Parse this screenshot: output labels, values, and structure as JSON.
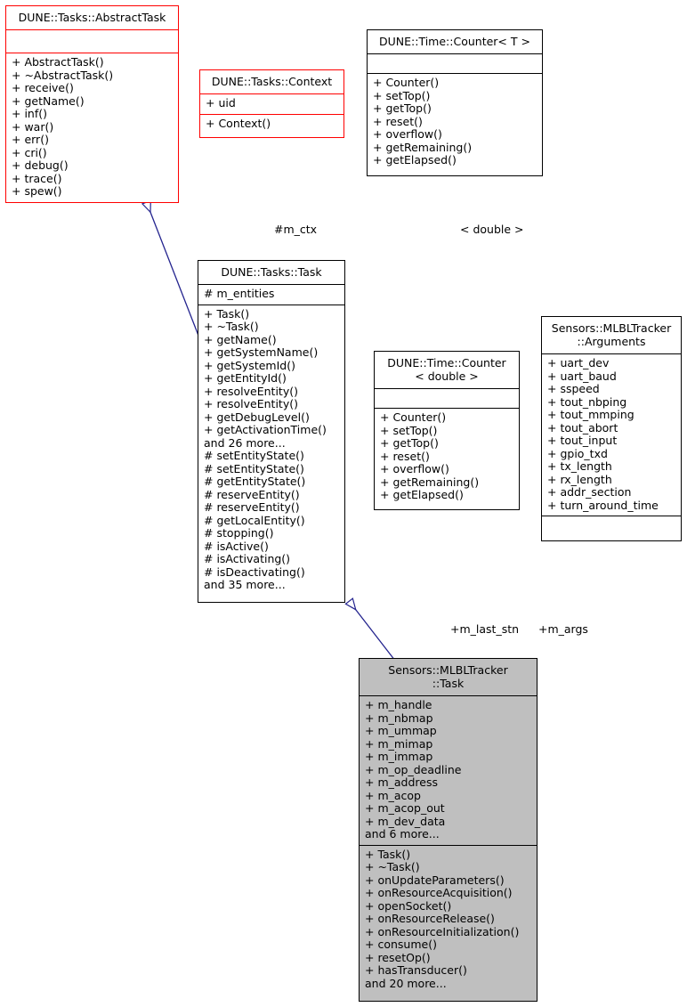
{
  "diagram": {
    "kind": "uml-class-collaboration-diagram",
    "colors": {
      "highlight_border": "#ff0000",
      "default_border": "#000000",
      "focus_fill": "#bfbfbf",
      "inheritance_edge": "#23238e",
      "template_edge": "#ffa500",
      "aggregation_edge": "#4d4d4d"
    }
  },
  "classes": {
    "abstract_task": {
      "title": "DUNE::Tasks::AbstractTask",
      "attributes": [],
      "operations": [
        "+ AbstractTask()",
        "+ ~AbstractTask()",
        "+ receive()",
        "+ getName()",
        "+ inf()",
        "+ war()",
        "+ err()",
        "+ cri()",
        "+ debug()",
        "+ trace()",
        "+ spew()"
      ]
    },
    "context": {
      "title": "DUNE::Tasks::Context",
      "attributes": [
        "+ uid"
      ],
      "operations": [
        "+ Context()"
      ]
    },
    "counter_t": {
      "title": "DUNE::Time::Counter< T >",
      "attributes": [],
      "operations": [
        "+ Counter()",
        "+ setTop()",
        "+ getTop()",
        "+ reset()",
        "+ overflow()",
        "+ getRemaining()",
        "+ getElapsed()"
      ]
    },
    "tasks_task": {
      "title": "DUNE::Tasks::Task",
      "attributes": [
        "# m_entities"
      ],
      "operations": [
        "+ Task()",
        "+ ~Task()",
        "+ getName()",
        "+ getSystemName()",
        "+ getSystemId()",
        "+ getEntityId()",
        "+ resolveEntity()",
        "+ resolveEntity()",
        "+ getDebugLevel()",
        "+ getActivationTime()",
        "and 26 more...",
        "# setEntityState()",
        "# setEntityState()",
        "# getEntityState()",
        "# reserveEntity()",
        "# reserveEntity()",
        "# getLocalEntity()",
        "# stopping()",
        "# isActive()",
        "# isActivating()",
        "# isDeactivating()",
        "and 35 more..."
      ]
    },
    "counter_double": {
      "title_line1": "DUNE::Time::Counter",
      "title_line2": "< double >",
      "attributes": [],
      "operations": [
        "+ Counter()",
        "+ setTop()",
        "+ getTop()",
        "+ reset()",
        "+ overflow()",
        "+ getRemaining()",
        "+ getElapsed()"
      ]
    },
    "mlbl_arguments": {
      "title_line1": "Sensors::MLBLTracker",
      "title_line2": "::Arguments",
      "attributes": [
        "+ uart_dev",
        "+ uart_baud",
        "+ sspeed",
        "+ tout_nbping",
        "+ tout_mmping",
        "+ tout_abort",
        "+ tout_input",
        "+ gpio_txd",
        "+ tx_length",
        "+ rx_length",
        "+ addr_section",
        "+ turn_around_time"
      ],
      "operations": []
    },
    "mlbl_task": {
      "title_line1": "Sensors::MLBLTracker",
      "title_line2": "::Task",
      "attributes": [
        "+ m_handle",
        "+ m_nbmap",
        "+ m_ummap",
        "+ m_mimap",
        "+ m_immap",
        "+ m_op_deadline",
        "+ m_address",
        "+ m_acop",
        "+ m_acop_out",
        "+ m_dev_data",
        "and 6 more..."
      ],
      "operations": [
        "+ Task()",
        "+ ~Task()",
        "+ onUpdateParameters()",
        "+ onResourceAcquisition()",
        "+ openSocket()",
        "+ onResourceRelease()",
        "+ onResourceInitialization()",
        "+ consume()",
        "+ resetOp()",
        "+ hasTransducer()",
        "and 20 more..."
      ]
    }
  },
  "edges": {
    "context_to_task": {
      "label": "#m_ctx"
    },
    "counter_template": {
      "label": "< double >"
    },
    "counter_to_mlbl_task": {
      "label": "+m_last_stn"
    },
    "arguments_to_mlbl_task": {
      "label": "+m_args"
    }
  }
}
